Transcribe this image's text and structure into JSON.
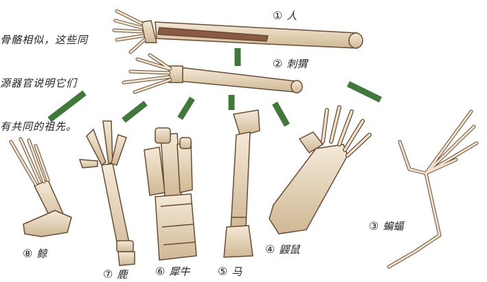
{
  "caption_lines": [
    "骨骼相似，这些同",
    "源器官说明它们",
    "有共同的祖先。"
  ],
  "labels": [
    {
      "id": "human",
      "num": "①",
      "name": "人"
    },
    {
      "id": "hedgehog",
      "num": "②",
      "name": "刺猬"
    },
    {
      "id": "bat",
      "num": "③",
      "name": "蝙蝠"
    },
    {
      "id": "mole",
      "num": "④",
      "name": "鼹鼠"
    },
    {
      "id": "horse",
      "num": "⑤",
      "name": "马"
    },
    {
      "id": "rhino",
      "num": "⑥",
      "name": "犀牛"
    },
    {
      "id": "deer",
      "num": "⑦",
      "name": "鹿"
    },
    {
      "id": "whale",
      "num": "⑧",
      "name": "鲸"
    }
  ],
  "colors": {
    "bone": "#e8d9c0",
    "bone_stroke": "#6b4a32",
    "muscle": "#8a5a44",
    "connector": "#3f7a3a",
    "text": "#222222"
  }
}
